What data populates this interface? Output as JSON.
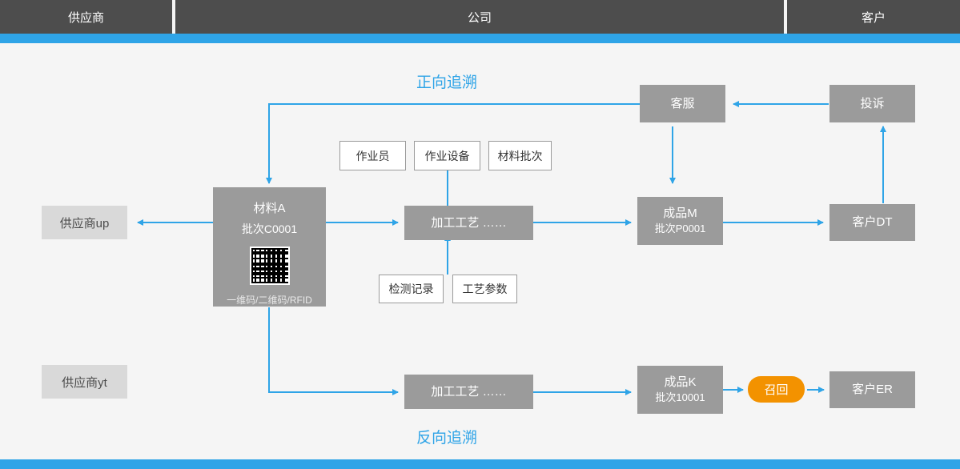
{
  "header": {
    "columns": [
      {
        "label": "供应商"
      },
      {
        "label": "公司"
      },
      {
        "label": "客户"
      }
    ]
  },
  "captions": {
    "forward": "正向追溯",
    "reverse": "反向追溯"
  },
  "colors": {
    "accent": "#2fa4e7",
    "header_bg": "#4d4d4d",
    "node_bg": "#9b9b9b",
    "light_node_bg": "#d9d9d9",
    "recall_bg": "#f39200",
    "canvas_bg": "#f5f5f5"
  },
  "nodes": {
    "supplier_up": {
      "label": "供应商up"
    },
    "supplier_yt": {
      "label": "供应商yt"
    },
    "material_a": {
      "title": "材料A",
      "batch": "批次C0001",
      "footer": "一维码/二维码/RFID",
      "code_icon": "qr-code-icon"
    },
    "attr_operator": {
      "label": "作业员"
    },
    "attr_equipment": {
      "label": "作业设备"
    },
    "attr_material_batch": {
      "label": "材料批次"
    },
    "attr_inspection": {
      "label": "检测记录"
    },
    "attr_process_param": {
      "label": "工艺参数"
    },
    "process_top": {
      "label": "加工工艺  ……"
    },
    "process_bottom": {
      "label": "加工工艺  ……"
    },
    "product_m": {
      "title": "成品M",
      "batch": "批次P0001"
    },
    "product_k": {
      "title": "成品K",
      "batch": "批次10001"
    },
    "customer_service": {
      "label": "客服"
    },
    "complaint": {
      "label": "投诉"
    },
    "customer_dt": {
      "label": "客户DT"
    },
    "customer_er": {
      "label": "客户ER"
    },
    "recall": {
      "label": "召回"
    }
  }
}
